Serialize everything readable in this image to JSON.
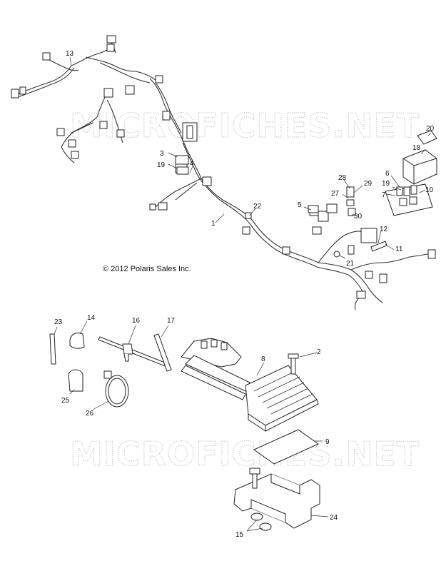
{
  "copyright": "© 2012 Polaris Sales Inc.",
  "watermark_top": "MICROFICHES.NET",
  "watermark_bottom": "MICROFICHES.NET",
  "labels": {
    "l13": "13",
    "l20": "20",
    "l18": "18",
    "l3": "3",
    "l19a": "19",
    "l4": "4",
    "l28": "28",
    "l29": "29",
    "l27": "27",
    "l6": "6",
    "l19b": "19",
    "l10": "10",
    "l7": "7",
    "l5": "5",
    "l30": "30",
    "l22": "22",
    "l1": "1",
    "l12": "12",
    "l11": "11",
    "l21": "21",
    "l23": "23",
    "l14": "14",
    "l16": "16",
    "l17": "17",
    "l8": "8",
    "l2": "2",
    "l25": "25",
    "l26": "26",
    "l9": "9",
    "l24": "24",
    "l15": "15"
  }
}
